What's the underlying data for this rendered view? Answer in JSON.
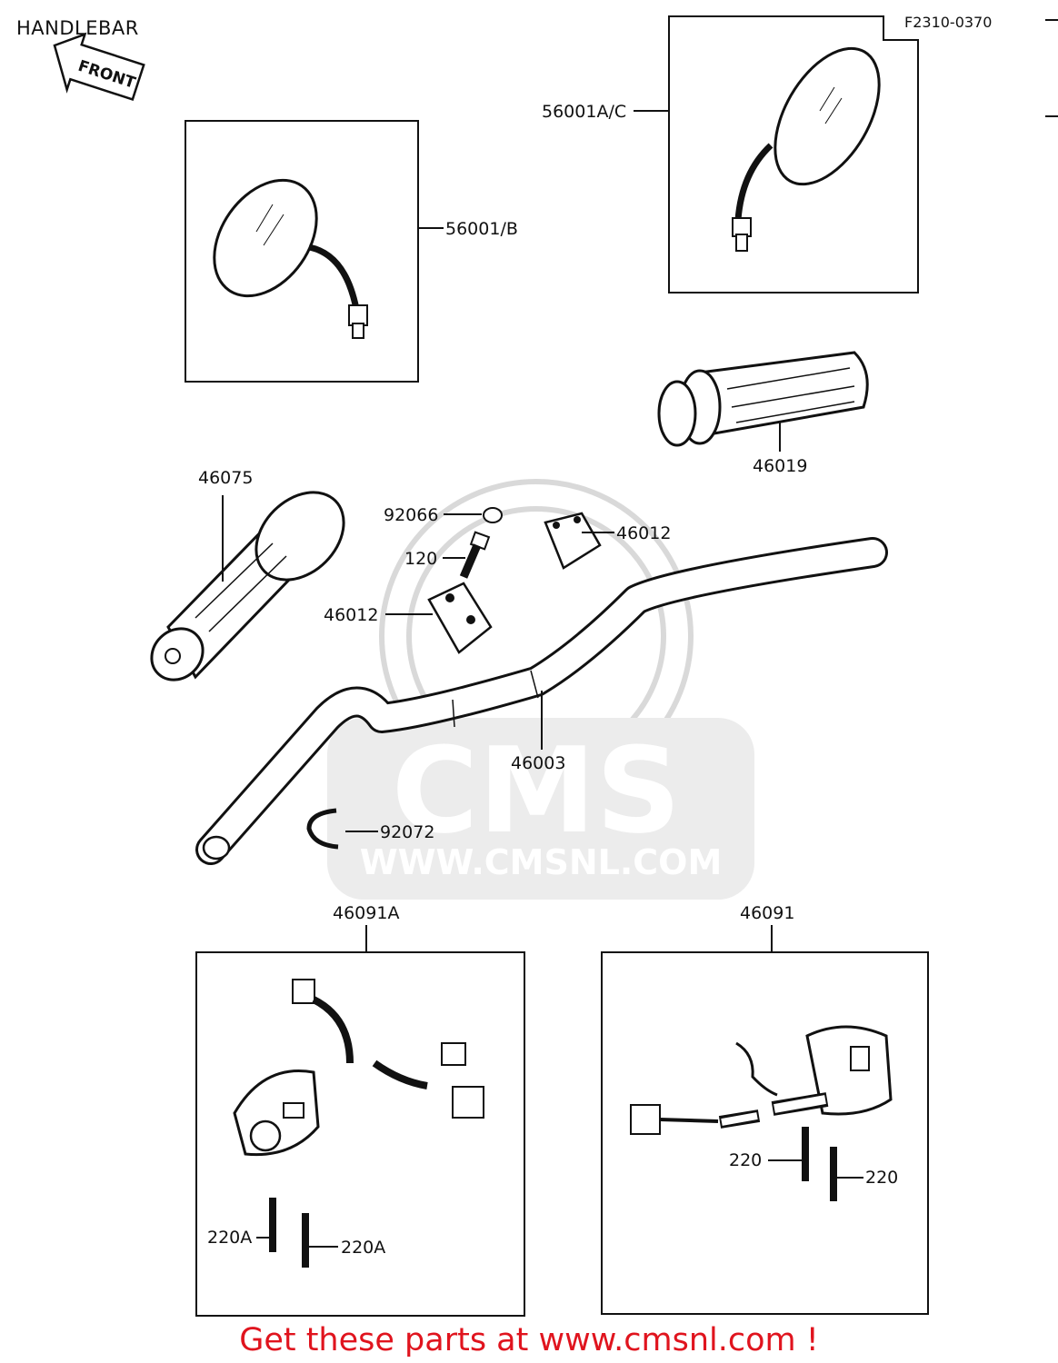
{
  "header": {
    "title": "HANDLEBAR",
    "ref_code": "F2310-0370",
    "front_arrow": "FRONT"
  },
  "parts": {
    "mirror_left": "56001/B",
    "mirror_right": "56001A/C",
    "grip_right": "46019",
    "grip_left": "46075",
    "cap": "92066",
    "bolt": "120",
    "holder_upper": "46012",
    "holder_lower": "46012",
    "handlebar": "46003",
    "clamp": "92072",
    "switch_left": "46091A",
    "switch_right": "46091",
    "screw_left_a": "220A",
    "screw_left_b": "220A",
    "screw_right_a": "220",
    "screw_right_b": "220"
  },
  "watermark": {
    "brand": "CMS",
    "url": "WWW.CMSNL.COM"
  },
  "footer": {
    "text": "Get these parts at www.cmsnl.com !",
    "color": "#e0141e"
  }
}
